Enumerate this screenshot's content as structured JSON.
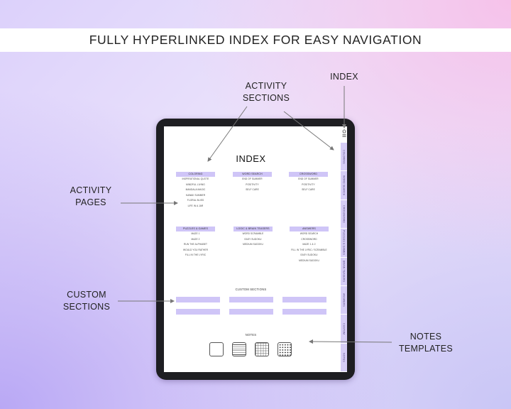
{
  "banner": {
    "title": "FULLY HYPERLINKED INDEX FOR EASY NAVIGATION"
  },
  "callouts": {
    "index": "INDEX",
    "activity_sections": "ACTIVITY\nSECTIONS",
    "activity_pages": "ACTIVITY\nPAGES",
    "custom_sections": "CUSTOM\nSECTIONS",
    "notes_templates": "NOTES\nTEMPLATES"
  },
  "planner": {
    "title": "INDEX",
    "sections": [
      {
        "header": "COLORING",
        "items": [
          "INSPIRATIONAL QUOTE",
          "MINDFUL LIVING",
          "MANDALA MAGIC",
          "KAWAII SUMMER",
          "FLORAL BLISS",
          "LIFE IN A JAR"
        ]
      },
      {
        "header": "WORD SEARCH",
        "items": [
          "END OF SUMMER",
          "POSITIVITY",
          "SELF CARE"
        ]
      },
      {
        "header": "CROSSWORD",
        "items": [
          "END OF SUMMER",
          "POSITIVITY",
          "SELF CARE"
        ]
      },
      {
        "header": "PUZZLES & GAMES",
        "items": [
          "MAZE 1",
          "MAZE 2",
          "RUN THE ALPHABET",
          "WOULD YOU RATHER",
          "FILL IN THE LYRIC"
        ]
      },
      {
        "header": "LOGIC & BRAIN TEASERS",
        "items": [
          "WORD SCRAMBLE",
          "EASY SUDOKU",
          "MEDIUM SUDOKU"
        ]
      },
      {
        "header": "ANSWERS",
        "items": [
          "WORD SEARCH",
          "CROSSWORD",
          "MAZE 1 & 2",
          "FILL IN THE LYRIC / SCRAMBLE",
          "EASY SUDOKU",
          "MEDIUM SUDOKU"
        ]
      }
    ],
    "custom_title": "CUSTOM SECTIONS",
    "notes_title": "NOTES",
    "notes_templates": [
      "blank-icon",
      "lined-icon",
      "grid-icon",
      "dotted-icon"
    ],
    "tabs": [
      "COLORING",
      "WORD SEARCH",
      "CROSSWORD",
      "PUZZLES & GAMES",
      "BRAIN TEASERS",
      "ANSWERS",
      "CUSTOM",
      "NOTES"
    ],
    "accent_color": "#cfc5f7"
  }
}
